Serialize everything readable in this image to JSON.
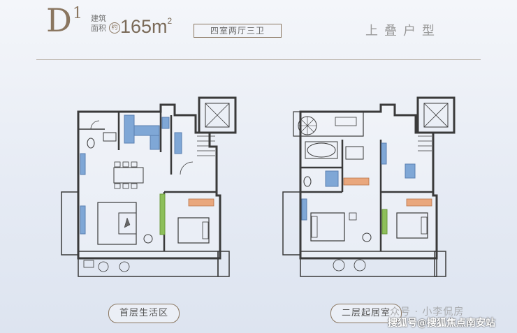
{
  "header": {
    "letter": "D",
    "number": "1",
    "area_label": "建筑面积",
    "approx": "约",
    "area_value": "165m",
    "area_sup": "2",
    "layout": "四室两厅三卫",
    "unit_type": "上叠户型"
  },
  "floors": [
    {
      "label": "首层生活区"
    },
    {
      "label": "二层起居室"
    }
  ],
  "watermark": {
    "line1": "众号 · 小李侃房",
    "line2": "搜狐号@搜狐焦点南安站"
  },
  "colors": {
    "accent": "#8a7660",
    "wall": "#3a3a3a",
    "wet_area": "#7fa7d6",
    "green_panel": "#8dbf5a",
    "wood_cabinet": "#e9a77d"
  }
}
